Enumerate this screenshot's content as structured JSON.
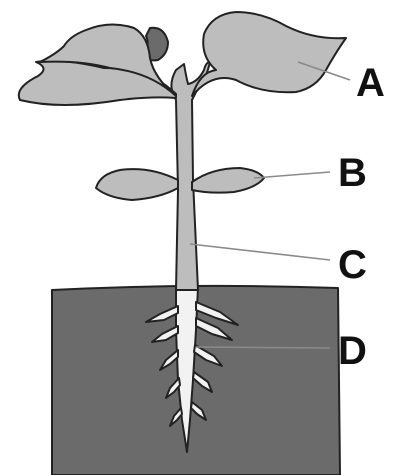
{
  "diagram": {
    "colors": {
      "plant_fill": "#bdbdbd",
      "soil_fill": "#6b6b6b",
      "root_fill": "#f2f2f2",
      "outline": "#222222",
      "label": "#111111"
    },
    "labels": {
      "a": "A",
      "b": "B",
      "c": "C",
      "d": "D"
    }
  }
}
